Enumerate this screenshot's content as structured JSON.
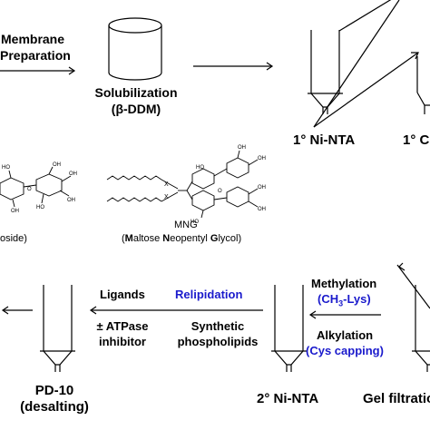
{
  "steps": {
    "membrane_prep_line1": "Membrane",
    "membrane_prep_line2": "Preparation",
    "solubilization": "Solubilization",
    "detergent": "(β-DDM)",
    "ni_nta_primary": "1° Ni-NTA",
    "c_step_partial": "1° C",
    "ni_nta_secondary": "2° Ni-NTA",
    "gel_filtration_partial": "Gel filtratio",
    "pd10": "PD-10",
    "desalting": "(desalting)"
  },
  "chemistry": {
    "glycoside_partial": "oside)",
    "mng_abbrev": "MNG",
    "mng_full_open": "(",
    "mng_M": "M",
    "mng_altose": "altose ",
    "mng_N": "N",
    "mng_eopentyl": "eopentyl ",
    "mng_G": "G",
    "mng_lycol": "lycol)",
    "x_label": "X"
  },
  "bottom_row": {
    "ligands": "Ligands",
    "relipidation": "Relipidation",
    "atpase_line1": "± ATPase",
    "atpase_line2": "inhibitor",
    "synthetic_line1": "Synthetic",
    "synthetic_line2": "phospholipids",
    "methylation": "Methylation",
    "ch3lys": "(CH",
    "ch3lys_sub": "3",
    "ch3lys_end": "-Lys)",
    "alkylation": "Alkylation",
    "cys_capping": "(Cys capping)"
  },
  "colors": {
    "text": "#000000",
    "accent_blue": "#1a1acc",
    "lines": "#000000"
  }
}
